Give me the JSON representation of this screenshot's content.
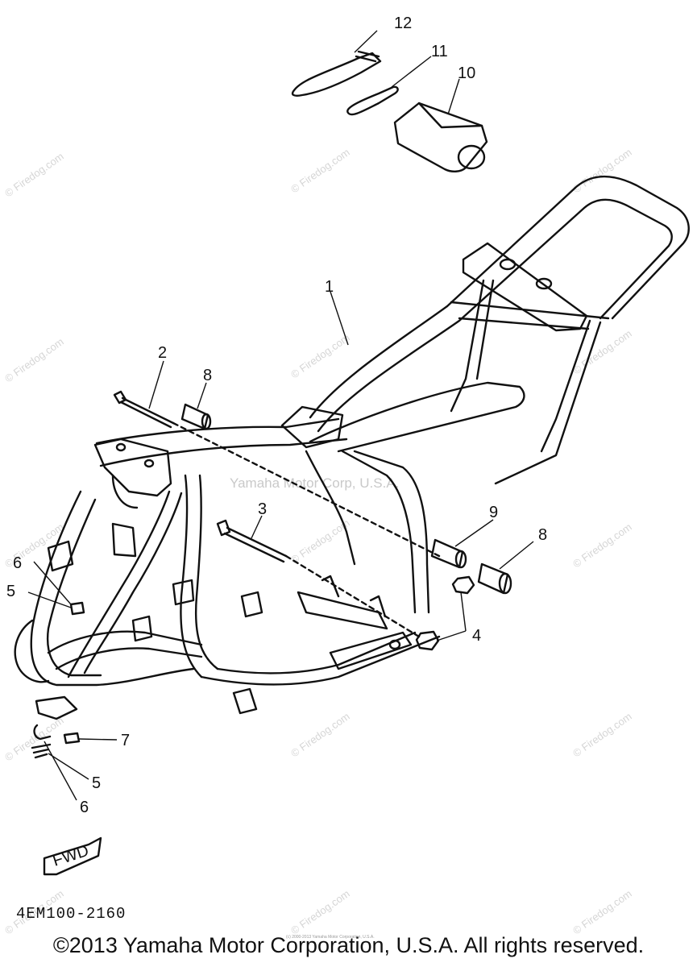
{
  "diagram": {
    "callouts": {
      "c1": "1",
      "c2": "2",
      "c3": "3",
      "c4": "4",
      "c5a": "5",
      "c5b": "5",
      "c6a": "6",
      "c6b": "6",
      "c7": "7",
      "c8a": "8",
      "c8b": "8",
      "c9": "9",
      "c10": "10",
      "c11": "11",
      "c12": "12"
    },
    "fwd_label": "FWD",
    "part_code": "4EM100-2160",
    "center_watermark": "Yamaha Motor Corp, U.S.A.",
    "watermark": "© Firedog.com",
    "tiny_copyright": "(c) 2000-2013 Yamaha Motor Corporation, U.S.A.",
    "copyright": "©2013 Yamaha Motor Corporation, U.S.A. All rights reserved."
  }
}
